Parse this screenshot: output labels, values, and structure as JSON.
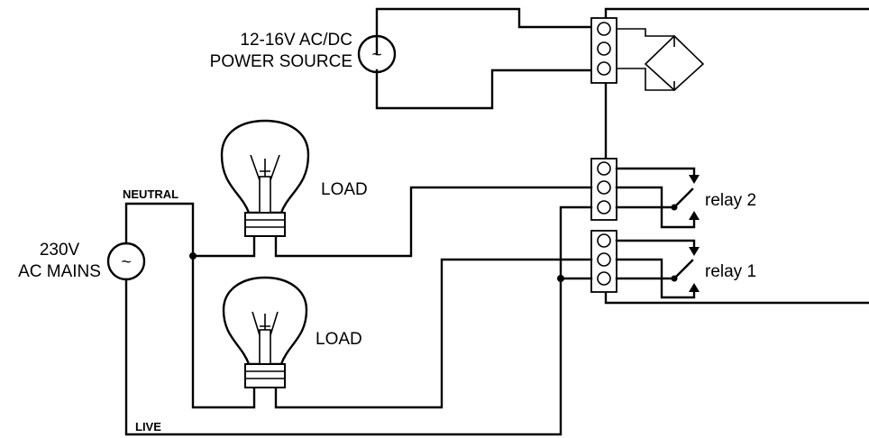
{
  "labels": {
    "power_source_line1": "12-16V AC/DC",
    "power_source_line2": "POWER SOURCE",
    "mains_line1": "230V",
    "mains_line2": "AC MAINS",
    "neutral": "NEUTRAL",
    "live": "LIVE",
    "load_top": "LOAD",
    "load_bottom": "LOAD",
    "relay2": "relay 2",
    "relay1": "relay 1"
  },
  "symbols": {
    "ac_source": "~"
  }
}
